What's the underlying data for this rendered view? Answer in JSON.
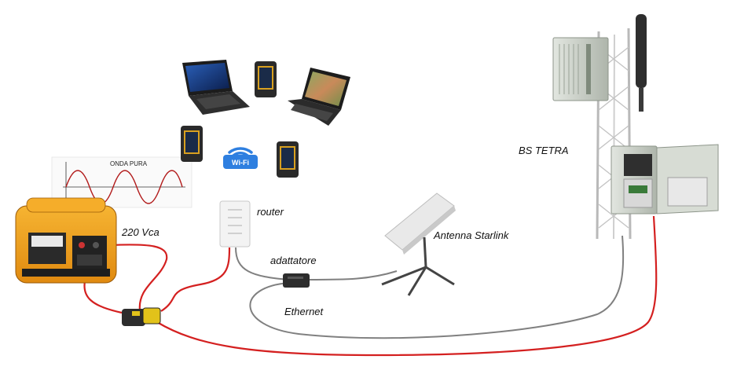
{
  "labels": {
    "wave_title": "ONDA PURA",
    "v220": "220 Vca",
    "router": "router",
    "adattatore": "adattatore",
    "ethernet": "Ethernet",
    "starlink": "Antenna Starlink",
    "bs_tetra": "BS TETRA",
    "wifi": "Wi-Fi"
  },
  "icons": {
    "generator": "generator-icon",
    "laptop": "laptop-icon",
    "phone": "rugged-phone-icon",
    "wifi": "wifi-icon",
    "router": "router-icon",
    "adapter": "poe-adapter-icon",
    "dish": "satellite-dish-icon",
    "tower": "radio-tower-icon",
    "plug": "power-plug-icon"
  },
  "colors": {
    "power_cable": "#d42020",
    "data_cable": "#808080",
    "generator_body": "#f2a21a",
    "wifi_badge": "#2e7fe0",
    "enclosure": "#c9cfc6"
  }
}
